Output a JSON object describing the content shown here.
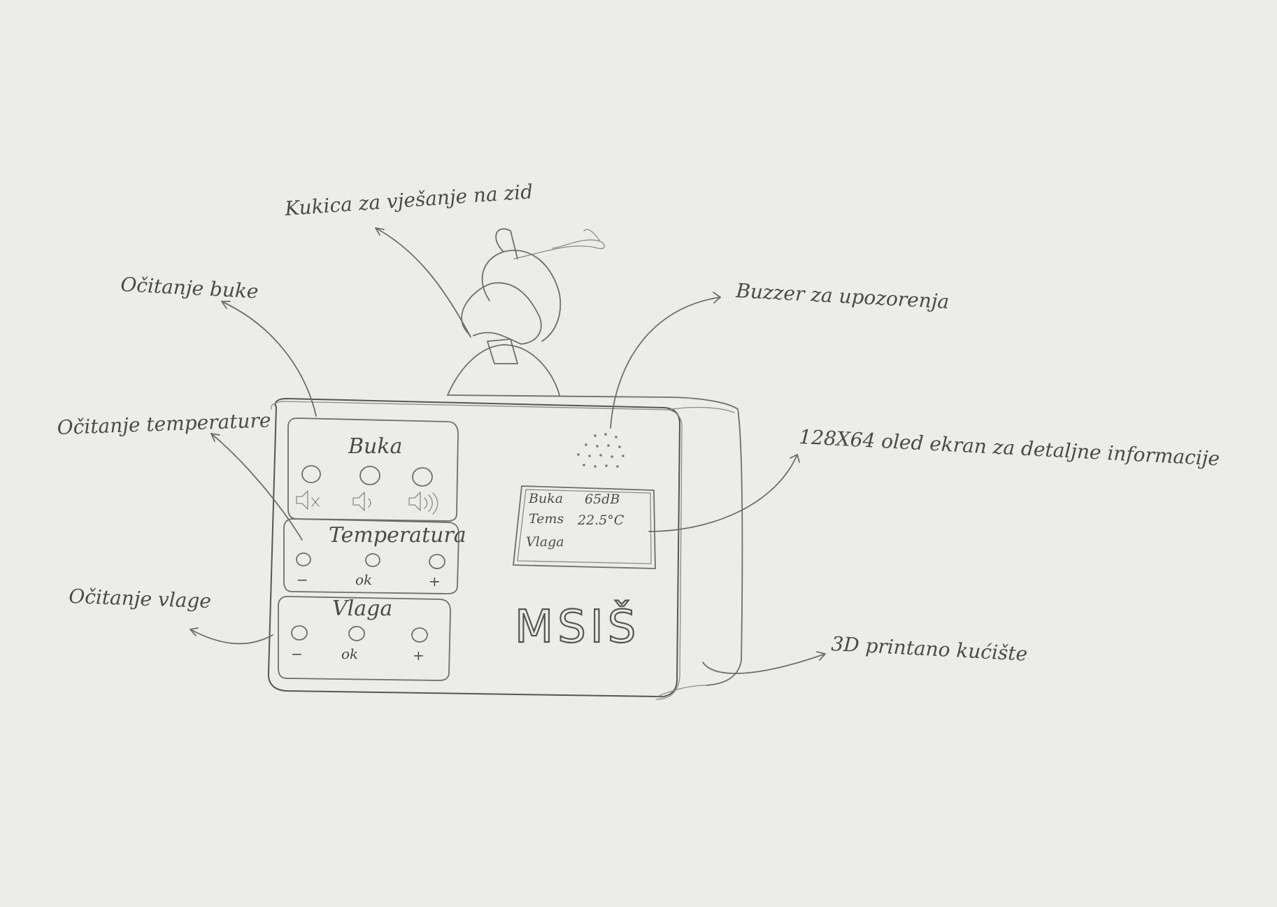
{
  "annotations": {
    "hook": "Kukica za vješanje na zid",
    "noise": "Očitanje buke",
    "temperature": "Očitanje temperature",
    "humidity": "Očitanje vlage",
    "buzzer": "Buzzer za upozorenja",
    "oled": "128X64 oled ekran za detaljne informacije",
    "case": "3D printano kućište"
  },
  "panels": {
    "noise": {
      "title": "Buka"
    },
    "temperature": {
      "title": "Temperatura",
      "minus": "−",
      "ok": "ok",
      "plus": "+"
    },
    "humidity": {
      "title": "Vlaga",
      "minus": "−",
      "ok": "ok",
      "plus": "+"
    }
  },
  "oled_screen": {
    "row1_label": "Buka",
    "row1_value": "65dB",
    "row2_label": "Tems",
    "row2_value": "22.5°C",
    "row3_label": "Vlaga"
  },
  "device": {
    "logo": "MSIŠ"
  },
  "icons": [
    "speaker-muted-icon",
    "speaker-low-icon",
    "speaker-loud-icon"
  ]
}
